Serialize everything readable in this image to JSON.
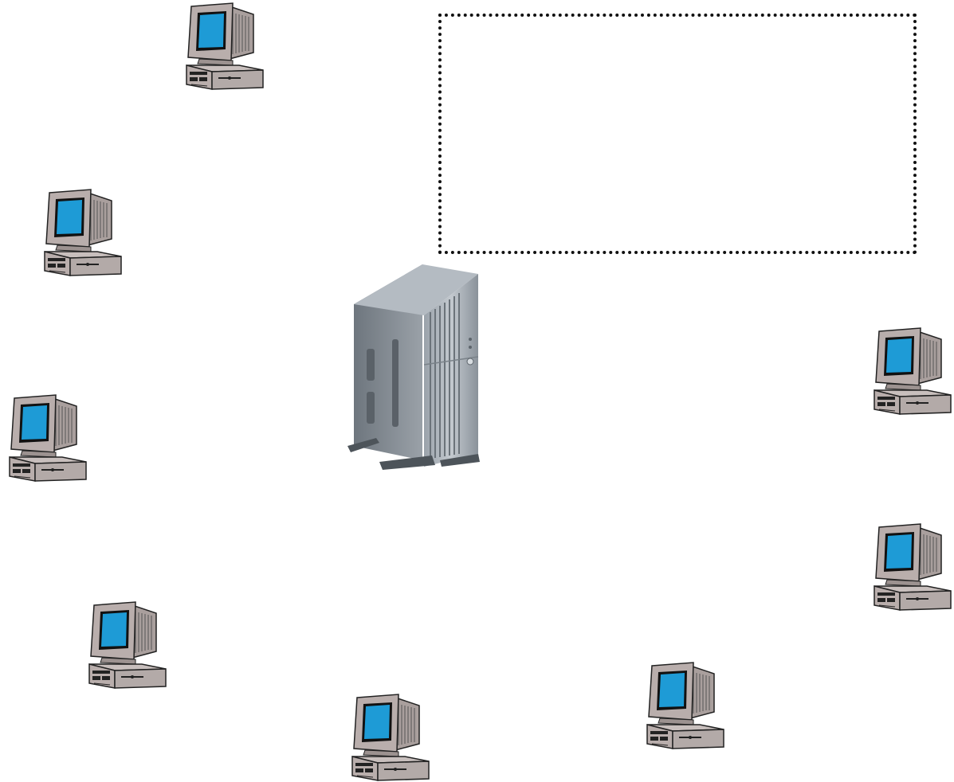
{
  "diagram": {
    "nodes": [
      {
        "id": "server",
        "icon": "server-tower-icon"
      },
      {
        "id": "pc-1",
        "icon": "desktop-computer-icon"
      },
      {
        "id": "pc-2",
        "icon": "desktop-computer-icon"
      },
      {
        "id": "pc-3",
        "icon": "desktop-computer-icon"
      },
      {
        "id": "pc-4",
        "icon": "desktop-computer-icon"
      },
      {
        "id": "pc-5",
        "icon": "desktop-computer-icon"
      },
      {
        "id": "pc-6",
        "icon": "desktop-computer-icon"
      },
      {
        "id": "pc-7",
        "icon": "desktop-computer-icon"
      },
      {
        "id": "pc-8",
        "icon": "desktop-computer-icon"
      }
    ],
    "placeholder_box": {
      "text": ""
    }
  },
  "colors": {
    "screen": "#1e9bd6",
    "case": "#b9aeac",
    "server_body": "#8e969e",
    "border": "#111111"
  }
}
